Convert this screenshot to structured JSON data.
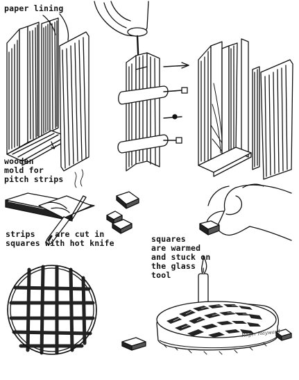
{
  "labels": {
    "paper_lining": "paper lining",
    "wooden_mold": "wooden\nmold for\npitch strips",
    "strips_cut": "strips    are cut in\nsquares with hot knife",
    "squares_warmed": "squares\nare warmed\nand stuck on\nthe glass\ntool"
  },
  "signature": "Roger Hayward",
  "colors": {
    "ink": "#111111",
    "paper": "#ffffff"
  }
}
